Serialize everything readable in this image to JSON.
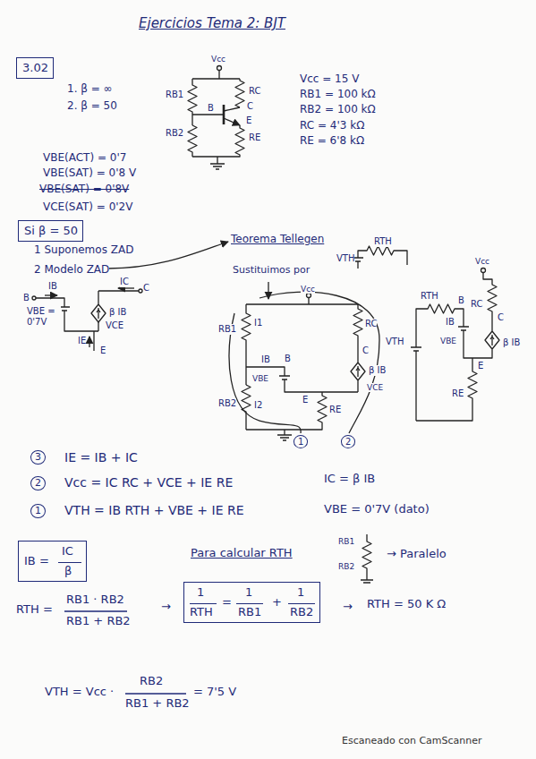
{
  "diagram": {
    "title": "Ejercicios Tema 2: BJT",
    "nodes": [
      {
        "text": [
          "3.02"
        ]
      },
      {
        "text": [
          "Si β = 50"
        ]
      },
      {
        "text": [
          "IB =",
          "IC",
          "β"
        ]
      },
      {
        "text": [
          "1",
          "RTH",
          "=",
          "1",
          "RB1",
          "+",
          "1",
          "RB2"
        ]
      }
    ],
    "labels": [
      "1. β = ∞",
      "2. β = 50",
      "Vcc",
      "RB1",
      "RC",
      "B",
      "C",
      "E",
      "RB2",
      "RE",
      "Vcc = 15 V",
      "RB1 = 100 kΩ",
      "RB2 = 100 kΩ",
      "RC = 4'3 kΩ",
      "RE = 6'8 kΩ",
      "VBE(ACT) = 0'7",
      "VBE(SAT) = 0'8 V",
      "VBE(SAT) = 0'8V",
      "VCE(SAT) = 0'2V",
      "1 Suponemos ZAD",
      "2 Modelo ZAD",
      "IB",
      "B",
      "IC",
      "C",
      "VBE = 0'7V",
      "β IB",
      "VCE",
      "IE",
      "E",
      "Teorema Tellegen",
      "RTH",
      "VTH",
      "Sustituimos por",
      "Vcc",
      "RB1",
      "I1",
      "RC",
      "B",
      "C",
      "IB",
      "VBE",
      "β IB",
      "E",
      "VCE",
      "RB2",
      "I2",
      "RE",
      "1",
      "2",
      "RTH",
      "B",
      "Vcc",
      "RC",
      "C",
      "VTH",
      "IB",
      "VBE",
      "β IB",
      "E",
      "RE",
      "3",
      "IE = IB + IC",
      "2",
      "Vcc = IC RC + VCE + IE RE",
      "1",
      "VTH = IB RTH + VBE + IE RE",
      "IC = β IB",
      "VBE = 0'7V (dato)",
      "Para calcular RTH",
      "RB1",
      "RB2",
      "→ Paralelo",
      "RTH =",
      "RB1 · RB2",
      "RB1 + RB2",
      "→",
      "→",
      "RTH = 50 K Ω",
      "VTH = Vcc ·",
      "RB2",
      "RB1 + RB2",
      "= 7'5 V",
      "Escaneado con CamScanner"
    ]
  }
}
